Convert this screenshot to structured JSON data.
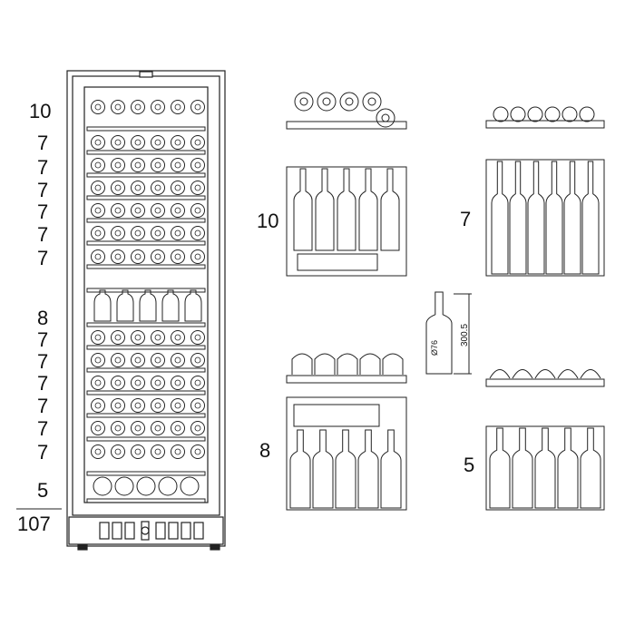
{
  "shelf_counts": [
    "10",
    "7",
    "7",
    "7",
    "7",
    "7",
    "7",
    "8",
    "7",
    "7",
    "7",
    "7",
    "7",
    "7",
    "5"
  ],
  "total": "107",
  "detail_labels": {
    "ten_rack": "10",
    "seven_rack": "7",
    "eight_rack": "8",
    "five_rack": "5"
  },
  "bottle": {
    "height_label": "300.5",
    "diameter_label": "Ø76"
  }
}
